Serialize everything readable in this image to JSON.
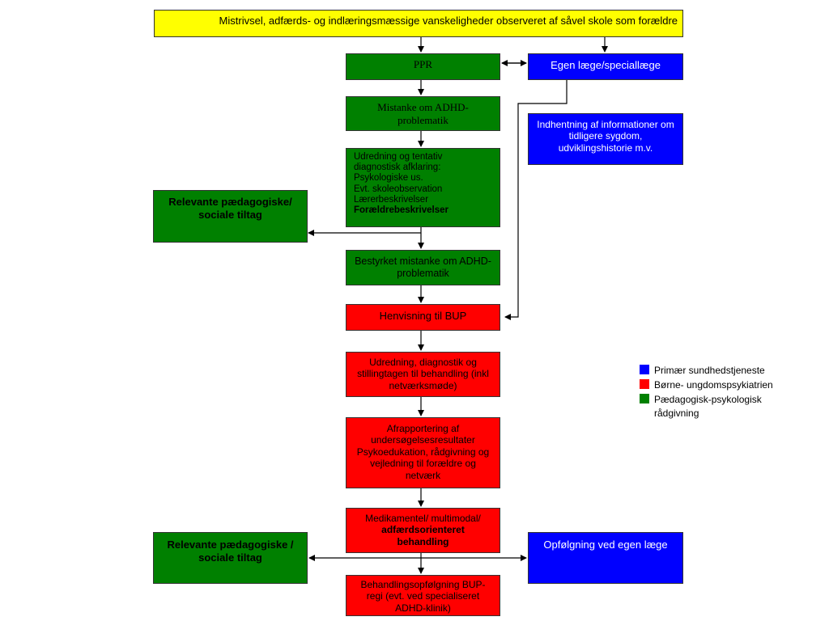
{
  "top": "Mistrivsel, adfærds- og indlæringsmæssige vanskeligheder observeret af såvel skole som forældre",
  "ppr": "PPR",
  "egen_laege": "Egen læge/speciallæge",
  "mistanke": "Mistanke om ADHD-problematik",
  "indhentning": "Indhentning af informationer om tidligere sygdom, udviklingshistorie m.v.",
  "udredning_tentativ": {
    "lines": [
      "Udredning og tentativ",
      "diagnostisk afklaring:",
      "Psykologiske us.",
      "Evt. skoleobservation",
      "Lærerbeskrivelser"
    ],
    "bold_line": "Forældrebeskrivelser"
  },
  "relevante_top": "Relevante pædagogiske/ sociale tiltag",
  "bestyrket": "Bestyrket mistanke om ADHD-problematik",
  "henvisning": "Henvisning til BUP",
  "udredning_diagnostik": "Udredning, diagnostik og stillingtagen til behandling (inkl netværksmøde)",
  "afrapportering": "Afrapportering af undersøgelsesresultater Psykoedukation, rådgivning og vejledning til forældre og netværk",
  "medikamentel": {
    "line1": "Medikamentel/ multimodal/",
    "bold_line": "adfærdsorienteret behandling"
  },
  "relevante_bottom": "Relevante pædagogiske / sociale tiltag",
  "opfoelgning": "Opfølgning ved egen læge",
  "behandlingsopfoelgning": "Behandlingsopfølgning BUP-regi (evt. ved specialiseret ADHD-klinik)",
  "legend": [
    {
      "label": "Primær sundhedstjeneste",
      "color": "#0000ff"
    },
    {
      "label": "Børne- ungdomspsykiatrien",
      "color": "#ff0000"
    },
    {
      "label": "Pædagogisk-psykologisk rådgivning",
      "color": "#008000"
    }
  ],
  "colors": {
    "green": "#008000",
    "red": "#ff0000",
    "blue": "#0000ff",
    "yellow": "#ffff00"
  }
}
